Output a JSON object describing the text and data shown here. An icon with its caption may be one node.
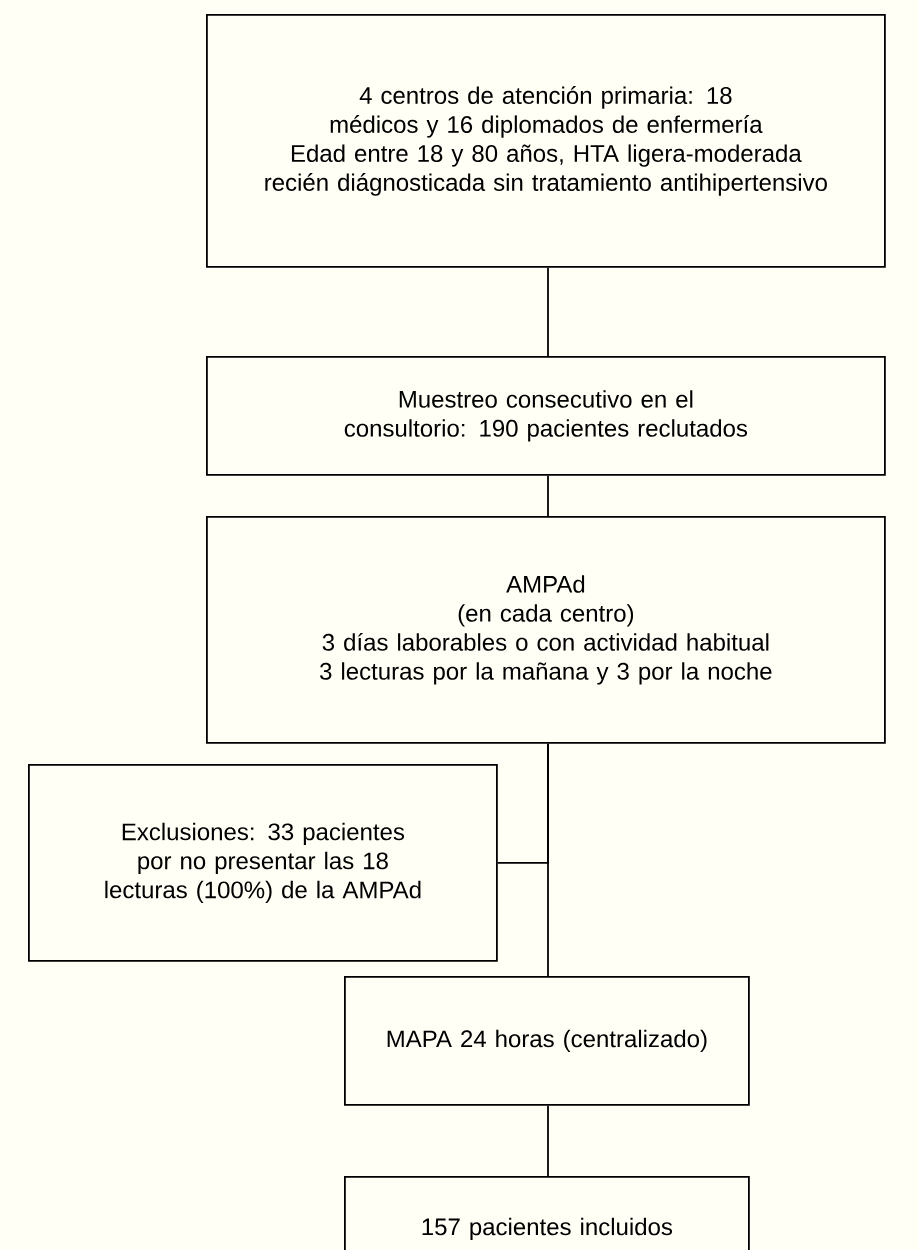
{
  "diagram": {
    "nodes": [
      {
        "text": [
          "4 centros de atención primaria: 18 médicos y 16 diplomados de enfermería",
          "Edad entre 18 y 80 años, HTA ligera-moderada recién diágnosticada sin tratamiento antihipertensivo"
        ]
      },
      {
        "text": [
          "Muestreo consecutivo en el consultorio: 190 pacientes reclutados"
        ]
      },
      {
        "text": [
          "AMPAd",
          "(en cada centro)",
          "3 días laborables o con actividad habitual",
          "3 lecturas por la mañana y 3 por la noche"
        ]
      },
      {
        "text": [
          "Exclusiones: 33 pacientes por no presentar las 18 lecturas (100%) de la AMPAd"
        ]
      },
      {
        "text": [
          "MAPA 24 horas (centralizado)"
        ]
      },
      {
        "text": [
          "157 pacientes incluidos"
        ]
      }
    ],
    "edges": [
      {
        "from": 0,
        "to": 1,
        "arrow": "none"
      },
      {
        "from": 1,
        "to": 2,
        "arrow": "none"
      },
      {
        "from": 2,
        "to": 3,
        "arrow": "none"
      },
      {
        "from": 2,
        "to": 4,
        "arrow": "none"
      },
      {
        "from": 4,
        "to": 5,
        "arrow": "none"
      }
    ]
  }
}
